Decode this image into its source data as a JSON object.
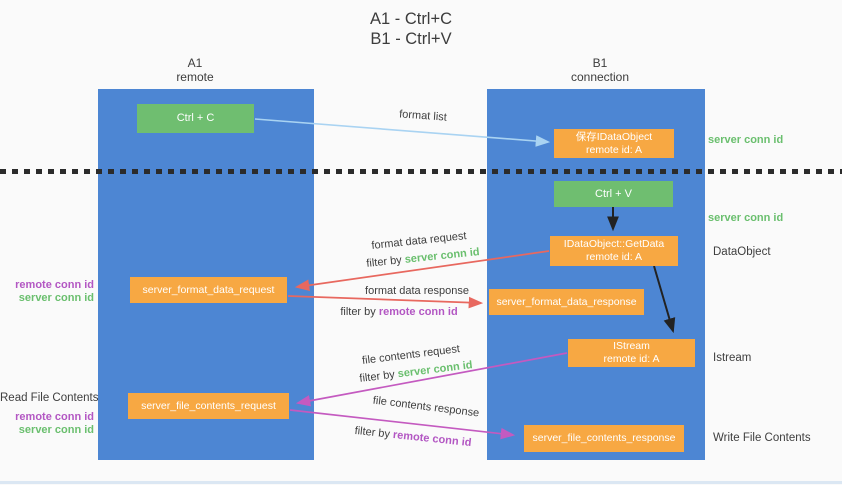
{
  "title": {
    "line1": "A1 - Ctrl+C",
    "line2": "B1 - Ctrl+V"
  },
  "columns": {
    "a": {
      "id": "A1",
      "name": "remote"
    },
    "b": {
      "id": "B1",
      "name": "connection"
    }
  },
  "boxes": {
    "ctrl_c": "Ctrl + C",
    "ctrl_v": "Ctrl + V",
    "save_dataobject": {
      "line1": "保存IDataObject",
      "line2": "remote id: A"
    },
    "getdata": {
      "line1": "IDataObject::GetData",
      "line2": "remote id: A"
    },
    "istream": {
      "line1": "IStream",
      "line2": "remote id: A"
    },
    "format_request": "server_format_data_request",
    "format_response": "server_format_data_response",
    "file_request": "server_file_contents_request",
    "file_response": "server_file_contents_response"
  },
  "flow": {
    "format_list": "format list",
    "format_data_request": "format data request",
    "format_data_response": "format data response",
    "file_contents_request": "file contents request",
    "file_contents_response": "file contents response",
    "filter_by": "filter by",
    "server_conn_id": "server conn id",
    "remote_conn_id": "remote conn id"
  },
  "side": {
    "server_conn_id_top": "server conn id",
    "server_conn_id_mid": "server conn id",
    "dataobject": "DataObject",
    "istream": "Istream",
    "write_file_contents": "Write File Contents",
    "read_file_contents": "Read File Contents",
    "remote_conn_id": "remote conn id",
    "server_conn_id": "server conn id"
  },
  "colors": {
    "background": "#fafafa",
    "column_blue": "#4d86d3",
    "box_green": "#6fbe70",
    "box_orange": "#f7a843",
    "arrow_red": "#e8685f",
    "arrow_magenta": "#c45ac0",
    "arrow_blue": "#a9d3f2",
    "arrow_black": "#222222",
    "text_green": "#6abf6e",
    "text_purple": "#b357c3",
    "text_dark": "#3d3d3d"
  }
}
